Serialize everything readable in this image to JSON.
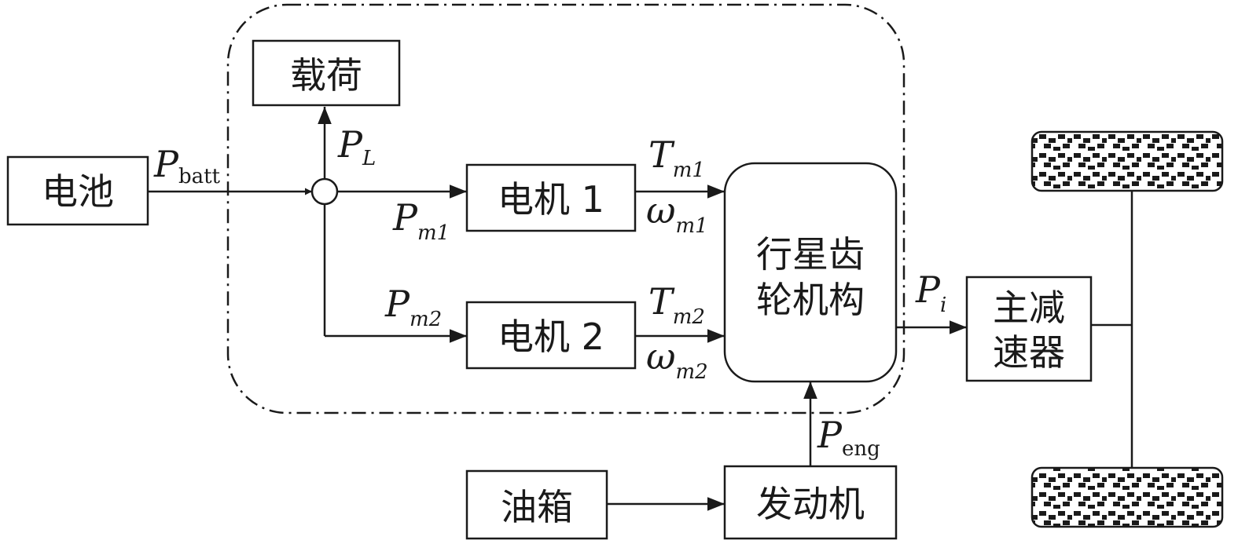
{
  "blocks": {
    "load": "载荷",
    "battery": "电池",
    "motor1": "电机 1",
    "motor2": "电机 2",
    "planetary_line1": "行星齿",
    "planetary_line2": "轮机构",
    "final_drive_line1": "主减",
    "final_drive_line2": "速器",
    "fuel_tank": "油箱",
    "engine": "发动机"
  },
  "signals": {
    "p_batt": {
      "sym": "P",
      "sub": "batt"
    },
    "p_load": {
      "sym": "P",
      "sub": "L"
    },
    "p_m1": {
      "sym": "P",
      "sub": "m1"
    },
    "p_m2": {
      "sym": "P",
      "sub": "m2"
    },
    "t_m1": {
      "sym": "T",
      "sub": "m1"
    },
    "w_m1": {
      "sym": "ω",
      "sub": "m1"
    },
    "t_m2": {
      "sym": "T",
      "sub": "m2"
    },
    "w_m2": {
      "sym": "ω",
      "sub": "m2"
    },
    "p_i": {
      "sym": "P",
      "sub": "i"
    },
    "p_eng": {
      "sym": "P",
      "sub": "eng"
    }
  }
}
